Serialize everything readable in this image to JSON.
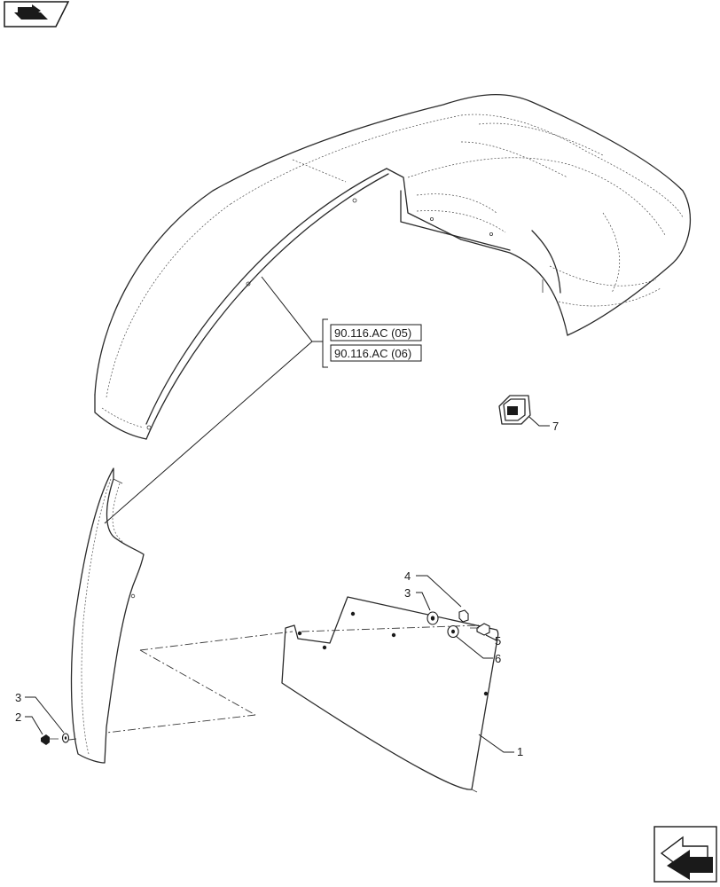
{
  "references": [
    "90.116.AC (05)",
    "90.116.AC (06)"
  ],
  "callouts": {
    "c1": "1",
    "c2": "2",
    "c3a": "3",
    "c3b": "3",
    "c4": "4",
    "c5": "5",
    "c6": "6",
    "c7": "7"
  },
  "icons": {
    "top_left": "view-orientation-icon",
    "bottom_right": "navigation-arrow-icon"
  }
}
